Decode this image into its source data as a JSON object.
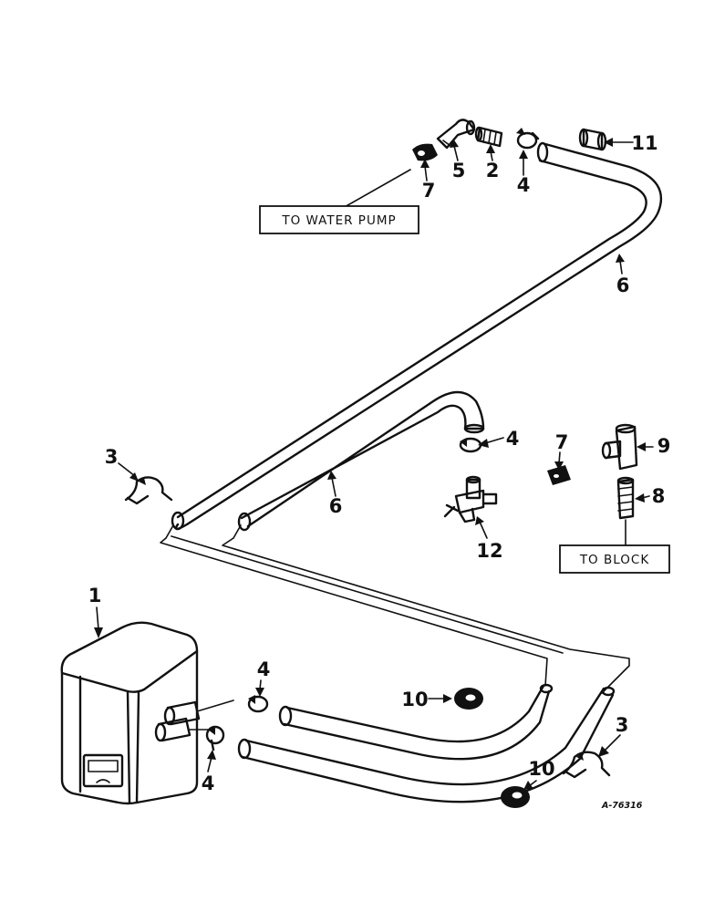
{
  "labels": {
    "to_water_pump": "TO WATER PUMP",
    "to_block": "TO BLOCK",
    "reference": "A-76316"
  },
  "callouts": {
    "heater": "1",
    "hose_fitting": "2",
    "clip_left": "3",
    "clip_right": "3",
    "clamp_top": "4",
    "clamp_mid": "4",
    "clamp_heater_upper": "4",
    "clamp_heater_lower": "4",
    "elbow": "5",
    "hose_upper": "6",
    "hose_lower": "6",
    "bushing_top": "7",
    "bushing_mid": "7",
    "nipple": "8",
    "tee": "9",
    "grommet_upper": "10",
    "grommet_lower": "10",
    "cap": "11",
    "shutoff_valve": "12"
  }
}
